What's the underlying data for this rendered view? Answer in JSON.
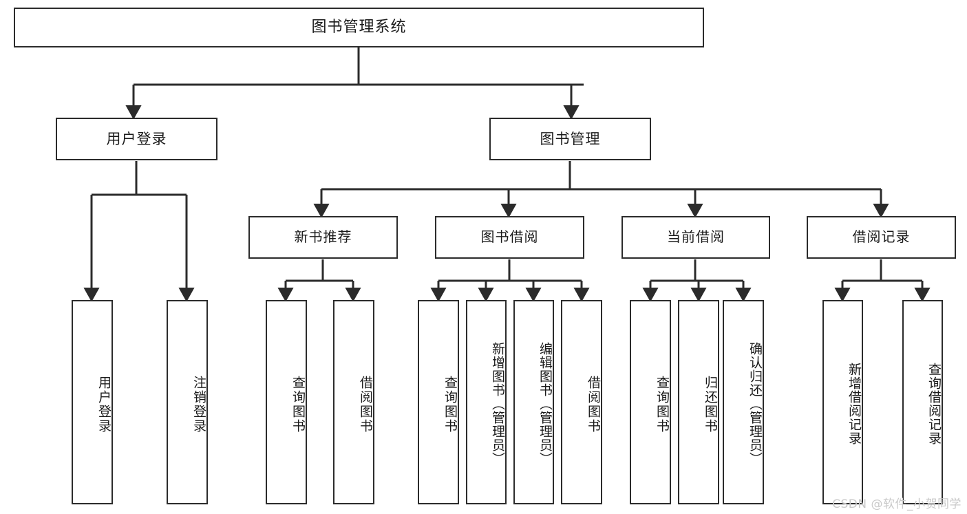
{
  "diagram": {
    "title": "图书管理系统",
    "type": "tree-structure-chart",
    "watermark": "CSDN @软件_小贺同学",
    "colors": {
      "box_border": "#2b2b2b",
      "box_fill": "#ffffff",
      "edge": "#2b2b2b",
      "text": "#1a1a1a",
      "watermark": "#c9c9c9"
    },
    "nodes": {
      "root": {
        "label": "图书管理系统"
      },
      "level2": [
        {
          "label": "用户登录"
        },
        {
          "label": "图书管理"
        }
      ],
      "level3": [
        {
          "label": "新书推荐"
        },
        {
          "label": "图书借阅"
        },
        {
          "label": "当前借阅"
        },
        {
          "label": "借阅记录"
        }
      ],
      "leaves": {
        "user_login": [
          {
            "label": "用户登录"
          },
          {
            "label": "注销登录"
          }
        ],
        "new_book_recommend": [
          {
            "label": "查询图书"
          },
          {
            "label": "借阅图书"
          }
        ],
        "book_borrow": [
          {
            "label": "查询图书"
          },
          {
            "label": "新增图书（管理员）"
          },
          {
            "label": "编辑图书（管理员）"
          },
          {
            "label": "借阅图书"
          }
        ],
        "current_borrow": [
          {
            "label": "查询图书"
          },
          {
            "label": "归还图书"
          },
          {
            "label": "确认归还（管理员）"
          }
        ],
        "borrow_record": [
          {
            "label": "新增借阅记录"
          },
          {
            "label": "查询借阅记录"
          }
        ]
      }
    }
  }
}
